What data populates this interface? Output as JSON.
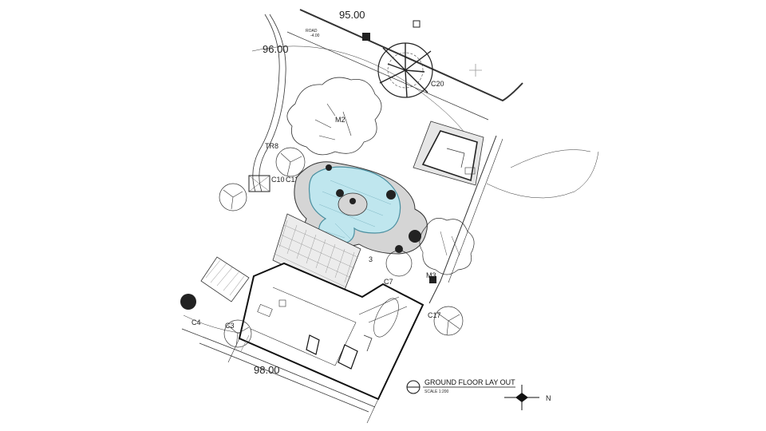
{
  "plan": {
    "levels": {
      "top": "95.00",
      "left": "96.00",
      "bottom": "98.00"
    },
    "road_label": "ROAD",
    "road_level": "-4.00",
    "trees": {
      "c20": "C20",
      "m2": "M2",
      "tr8": "TR8",
      "c10": "C10",
      "c11": "C11",
      "c7": "C7",
      "m3": "M3",
      "c17": "C17",
      "c3": "C3",
      "c4": "C4"
    },
    "pool_marker": "3",
    "title": "GROUND FLOOR LAY OUT",
    "scale": "SCALE 1:200",
    "north": "N",
    "colors": {
      "pool": "#bfe6ee",
      "pool_edge": "#4a8fa0",
      "paving": "#d9d9d9",
      "ink": "#222222"
    }
  }
}
